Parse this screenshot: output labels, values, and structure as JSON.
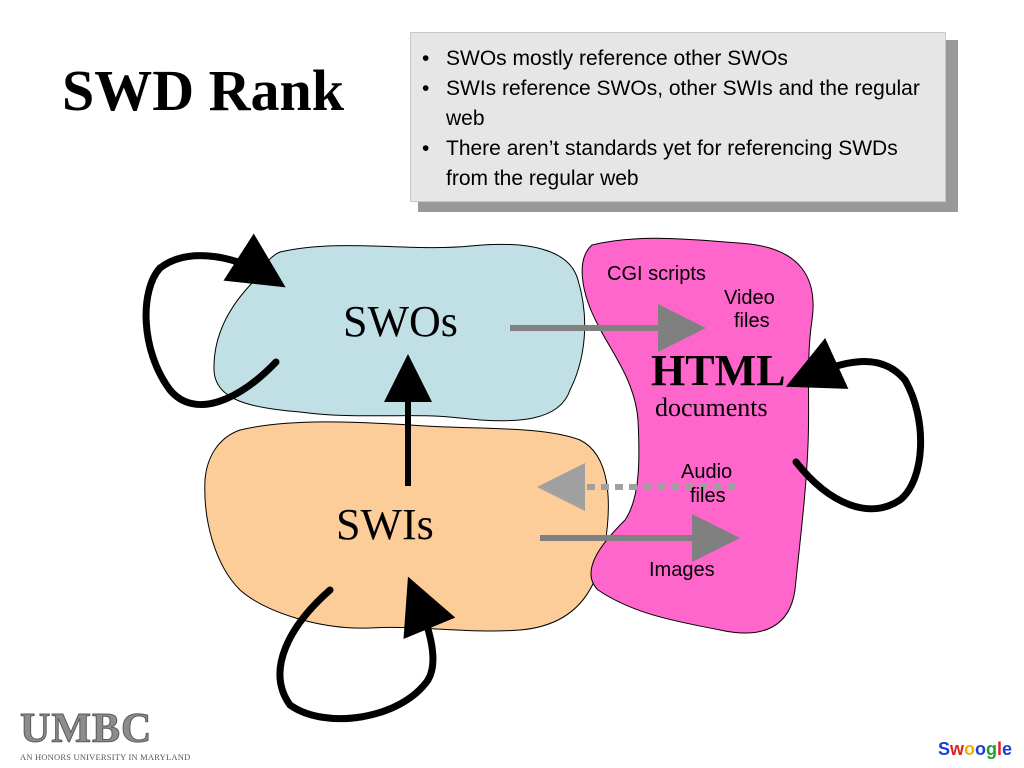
{
  "slide": {
    "title": "SWD Rank"
  },
  "bullets": [
    "SWOs mostly reference other SWOs",
    "SWIs reference SWOs, other SWIs and the regular web",
    "There aren’t standards yet for referencing SWDs from the regular web"
  ],
  "diagram": {
    "swos_label": "SWOs",
    "swis_label": "SWIs",
    "html_label": "HTML",
    "documents_label": "documents",
    "cgi_label": "CGI scripts",
    "video_label_1": "Video",
    "video_label_2": "files",
    "audio_label_1": "Audio",
    "audio_label_2": "files",
    "images_label": "Images",
    "colors": {
      "swos_fill": "#c0e0e6",
      "swis_fill": "#fccc99",
      "html_fill": "#ff66cc",
      "arrow_gray": "#808080",
      "dotted_gray": "#a0a0a0"
    }
  },
  "footer": {
    "logo_text": "UMBC",
    "logo_subtitle": "AN HONORS UNIVERSITY IN MARYLAND",
    "brand_letters": [
      "S",
      "w",
      "o",
      "o",
      "g",
      "l",
      "e"
    ],
    "brand_colors": [
      "#1a3fd8",
      "#e02020",
      "#f0b000",
      "#1a3fd8",
      "#20a030",
      "#e02020",
      "#1a3fd8"
    ]
  }
}
